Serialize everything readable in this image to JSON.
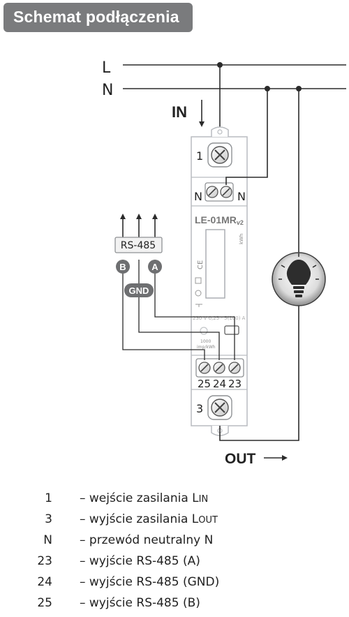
{
  "header": {
    "title": "Schemat podłączenia"
  },
  "diagram": {
    "line_L": "L",
    "line_N": "N",
    "in_label": "IN",
    "out_label": "OUT",
    "terminal_1": "1",
    "terminal_3": "3",
    "neutral_left": "N",
    "neutral_right": "N",
    "model": "LE-01MR",
    "model_suffix": "v2",
    "unit_kwh": "kWh",
    "spec": "230 V  0,25 - 5(100) A",
    "impulse_1": "1000",
    "impulse_2": "imp/kWh",
    "terminal_25": "25",
    "terminal_24": "24",
    "terminal_23": "23",
    "bus_label": "RS-485",
    "bus_b": "B",
    "bus_a": "A",
    "bus_gnd": "GND"
  },
  "legend": [
    {
      "term": "1",
      "dash": "– wejście zasilania L",
      "sub": "IN"
    },
    {
      "term": "3",
      "dash": "– wyjście zasilania L",
      "sub": "OUT"
    },
    {
      "term": "N",
      "dash": "– przewód neutralny N",
      "sub": ""
    },
    {
      "term": "23",
      "dash": "– wyjście RS-485 (A)",
      "sub": ""
    },
    {
      "term": "24",
      "dash": "– wyjście RS-485 (GND)",
      "sub": ""
    },
    {
      "term": "25",
      "dash": "– wyjście RS-485 (B)",
      "sub": ""
    }
  ],
  "colors": {
    "title_bg": "#7a7b7d",
    "wire": "#2b2b2b",
    "device_outline": "#b9bcc0",
    "badge": "#6e6f71"
  }
}
